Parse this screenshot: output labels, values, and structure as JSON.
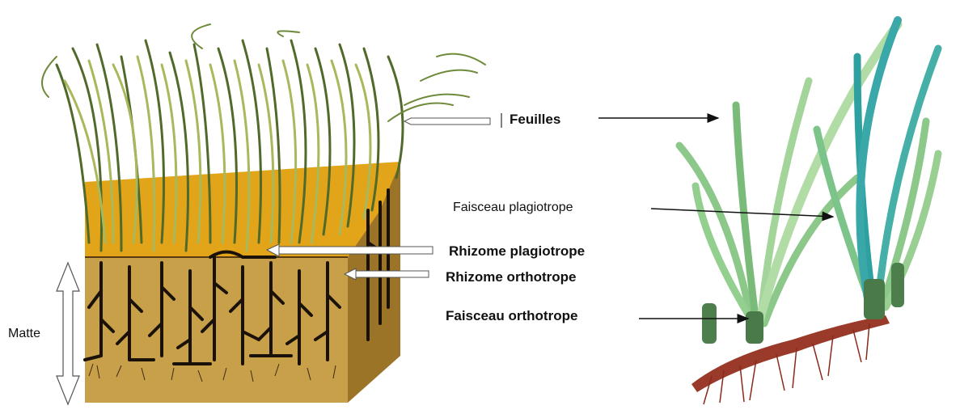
{
  "labels": {
    "leaves": "Feuilles",
    "plagiotropic_bundle": "Faisceau plagiotrope",
    "plagiotropic_rhizome": "Rhizome plagiotrope",
    "orthotropic_rhizome": "Rhizome orthotrope",
    "orthotropic_bundle": "Faisceau orthotrope",
    "matte": "Matte"
  },
  "colors": {
    "sand": "#e2a419",
    "sand_dark": "#c88a12",
    "soil": "#c49a45",
    "soil_side": "#a67a2c",
    "root": "#1a1208",
    "leaf_dark": "#4f6a2a",
    "leaf_light": "#a8b85a",
    "plant_green": "#8cc88a",
    "plant_teal": "#2fa0a0",
    "rhizome_red": "#9a3a2a"
  }
}
